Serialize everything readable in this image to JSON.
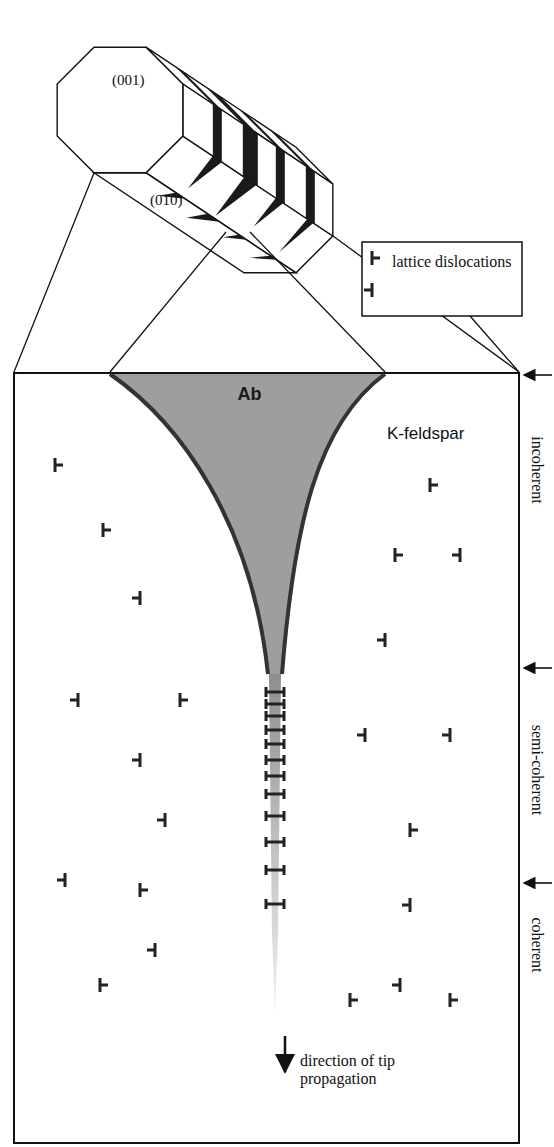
{
  "diagram": {
    "nodes": [
      {
        "text": [
          "K-feldspar",
          "direction of tip propagation"
        ]
      },
      {
        "text": [
          "Ab"
        ],
        "in": 0
      }
    ],
    "labels": [
      "(001)",
      "(010)",
      "incoherent",
      "semi-coherent",
      "coherent"
    ],
    "legend": [
      {
        "text": "lattice dislocations"
      }
    ]
  }
}
